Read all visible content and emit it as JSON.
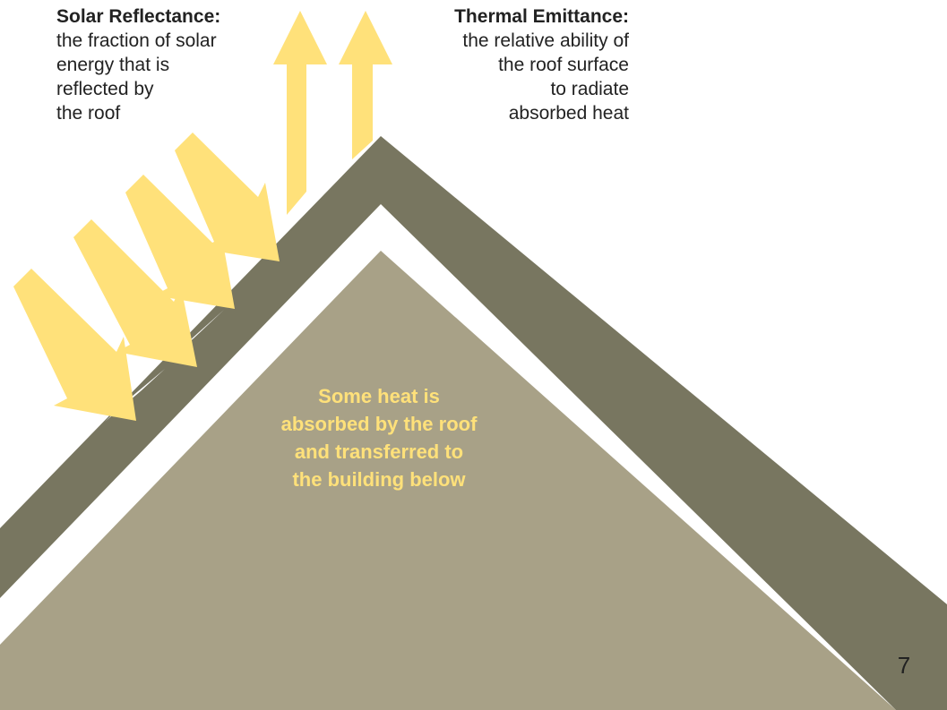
{
  "colors": {
    "roof": "#787660",
    "building": "#a8a187",
    "arrow": "#ffe17a",
    "text": "#222222",
    "background": "#ffffff"
  },
  "solar_reflectance": {
    "title": "Solar Reflectance:",
    "lines": [
      "the fraction of solar",
      "energy that is",
      "reflected by",
      "the roof"
    ]
  },
  "thermal_emittance": {
    "title": "Thermal Emittance:",
    "lines": [
      "the relative ability of",
      "the roof surface",
      "to radiate",
      "absorbed heat"
    ]
  },
  "absorbed_heat": {
    "lines": [
      "Some heat is",
      "absorbed by the roof",
      "and transferred to",
      "the building below"
    ]
  },
  "page_number": "7",
  "icons": {
    "incoming": "sun-ray-arrow",
    "outgoing": "emitted-heat-arrow"
  }
}
